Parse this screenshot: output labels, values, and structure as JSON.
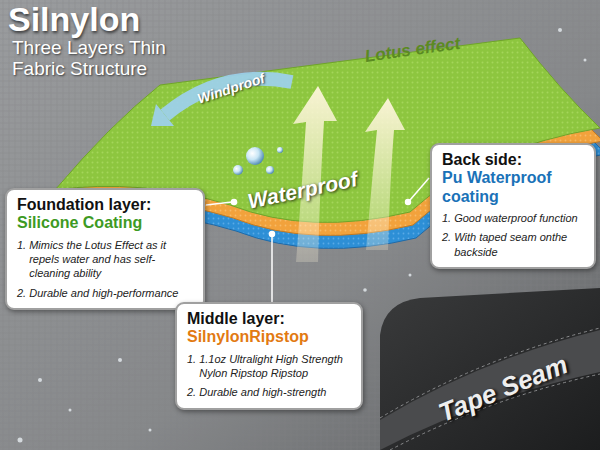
{
  "diagram": {
    "title": "Silnylon",
    "nodes": [
      {
        "text": [
          "Back side:",
          "Pu Waterproof coating",
          "1.",
          "Good waterproof function",
          "2.",
          "With taped seam onthe backside"
        ]
      },
      {
        "text": [
          "Foundation layer:",
          "Silicone Coating",
          "1.",
          "Mimics the Lotus Effect as it repels water and has self-cleaning ability",
          "2.",
          "Durable and high-performance"
        ]
      },
      {
        "text": [
          "Middle layer:",
          "SilnylonRipstop",
          "1.",
          "1.1oz Ultralight High Strength Nylon Ripstop Ripstop",
          "2.",
          "Durable and high-strength"
        ]
      }
    ],
    "labels": [
      "Three Layers Thin Fabric Structure",
      "Lotus effect",
      "Windproof",
      "Waterproof",
      "Tape Seam"
    ]
  }
}
